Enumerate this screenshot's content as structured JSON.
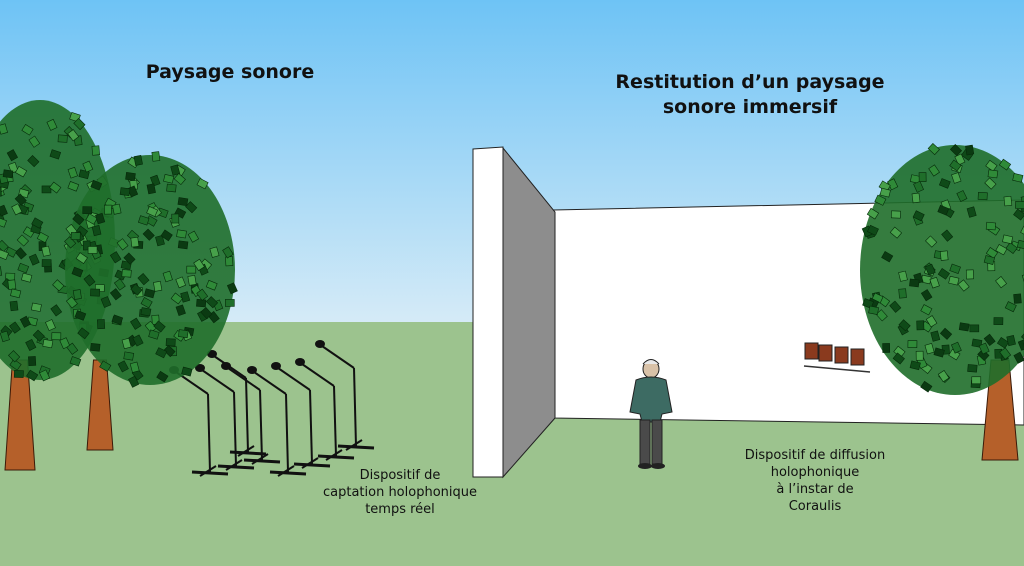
{
  "colors": {
    "sky_top": "#6ec3f5",
    "sky_bottom": "#d6ebf7",
    "ground": "#9cc38e",
    "wall_front": "#ffffff",
    "wall_side": "#8d8d8d",
    "foliage": "#1f6e2a",
    "trunk": "#b5602a",
    "person_jacket": "#3d6b63",
    "person_pants": "#4a4a4a",
    "speaker": "#8a3a1e"
  },
  "left_panel": {
    "title": "Paysage sonore",
    "caption_lines": [
      "Dispositif de",
      "captation holophonique",
      "temps réel"
    ]
  },
  "right_panel": {
    "title_lines": [
      "Restitution d’un paysage",
      "sonore immersif"
    ],
    "caption_lines": [
      "Dispositif de diffusion",
      "holophonique",
      "à l’instar de",
      "Coraulis"
    ]
  },
  "icons": [
    "tree-icon",
    "microphone-stand-icon",
    "person-icon",
    "speaker-icon",
    "wall-icon"
  ]
}
